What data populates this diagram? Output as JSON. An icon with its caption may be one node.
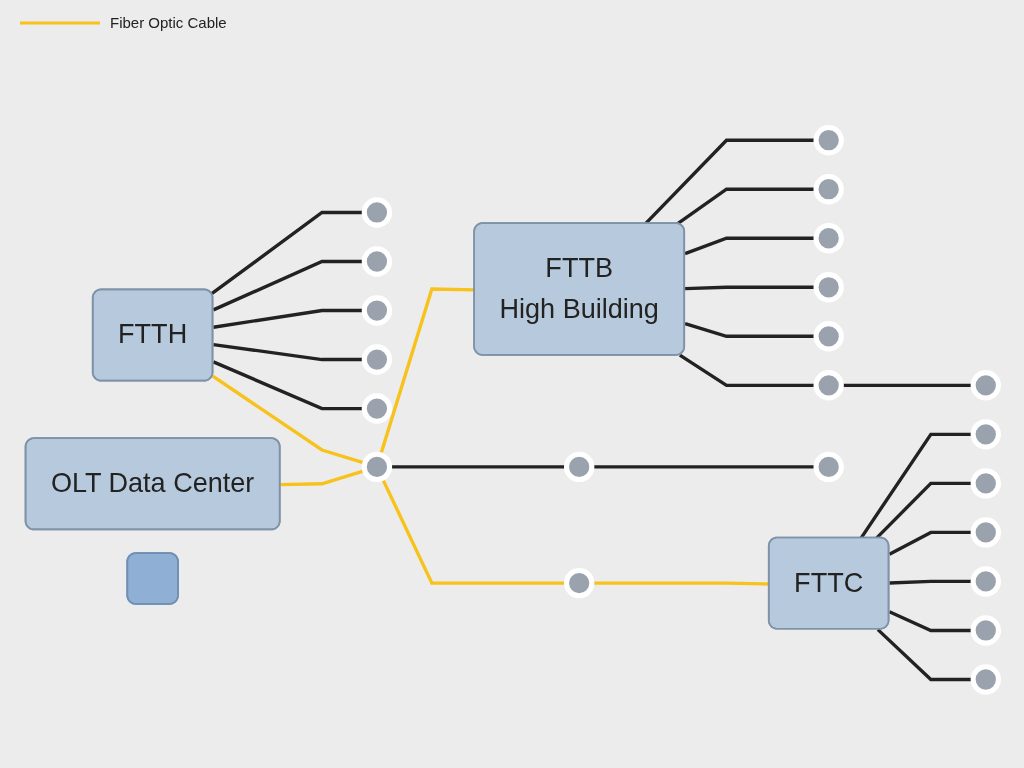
{
  "diagram": {
    "nodes": [
      {
        "text": [
          "FTTH"
        ]
      },
      {
        "text": [],
        "shape": "circle"
      },
      {
        "text": [],
        "shape": "circle"
      },
      {
        "text": [],
        "shape": "circle"
      },
      {
        "text": [],
        "shape": "circle"
      },
      {
        "text": [],
        "shape": "circle"
      },
      {
        "text": [
          "OLT Data Center"
        ]
      },
      {
        "text": [],
        "shape": "circle"
      },
      {
        "text": [
          "FTTB",
          "High Building"
        ]
      },
      {
        "text": [],
        "shape": "circle"
      },
      {
        "text": [],
        "shape": "circle"
      },
      {
        "text": [],
        "shape": "circle"
      },
      {
        "text": [],
        "shape": "circle"
      },
      {
        "text": [],
        "shape": "circle"
      },
      {
        "text": [],
        "shape": "circle"
      },
      {
        "text": [],
        "shape": "circle"
      },
      {
        "text": [],
        "shape": "circle"
      },
      {
        "text": [],
        "shape": "circle"
      },
      {
        "text": [],
        "shape": "circle"
      },
      {
        "text": [
          "FTTC"
        ]
      },
      {
        "text": [],
        "shape": "circle"
      },
      {
        "text": [],
        "shape": "circle"
      },
      {
        "text": [],
        "shape": "circle"
      },
      {
        "text": [],
        "shape": "circle"
      },
      {
        "text": [],
        "shape": "circle"
      },
      {
        "text": [],
        "shape": "circle"
      },
      {
        "text": [],
        "shape": "box"
      }
    ],
    "edges": [
      {
        "from": 0,
        "to": 1,
        "arrow": "none"
      },
      {
        "from": 0,
        "to": 2,
        "arrow": "none"
      },
      {
        "from": 0,
        "to": 3,
        "arrow": "none"
      },
      {
        "from": 0,
        "to": 4,
        "arrow": "none"
      },
      {
        "from": 0,
        "to": 5,
        "arrow": "none"
      },
      {
        "from": 0,
        "to": 7,
        "arrow": "none",
        "color": "#f7c21b"
      },
      {
        "from": 6,
        "to": 7,
        "arrow": "none",
        "color": "#f7c21b"
      },
      {
        "from": 7,
        "to": 8,
        "arrow": "none",
        "color": "#f7c21b"
      },
      {
        "from": 8,
        "to": 9,
        "arrow": "none"
      },
      {
        "from": 8,
        "to": 10,
        "arrow": "none"
      },
      {
        "from": 8,
        "to": 11,
        "arrow": "none"
      },
      {
        "from": 8,
        "to": 12,
        "arrow": "none"
      },
      {
        "from": 8,
        "to": 13,
        "arrow": "none"
      },
      {
        "from": 8,
        "to": 14,
        "arrow": "none"
      },
      {
        "from": 14,
        "to": 15,
        "arrow": "none"
      },
      {
        "from": 7,
        "to": 16,
        "arrow": "none"
      },
      {
        "from": 16,
        "to": 17,
        "arrow": "none"
      },
      {
        "from": 7,
        "to": 18,
        "arrow": "none",
        "color": "#f7c21b"
      },
      {
        "from": 18,
        "to": 19,
        "arrow": "none",
        "color": "#f7c21b"
      },
      {
        "from": 19,
        "to": 20,
        "arrow": "none"
      },
      {
        "from": 19,
        "to": 21,
        "arrow": "none"
      },
      {
        "from": 19,
        "to": 22,
        "arrow": "none"
      },
      {
        "from": 19,
        "to": 23,
        "arrow": "none"
      },
      {
        "from": 19,
        "to": 24,
        "arrow": "none"
      },
      {
        "from": 19,
        "to": 25,
        "arrow": "none"
      }
    ],
    "legend": [
      {
        "text": "Fiber Optic Cable"
      }
    ]
  }
}
